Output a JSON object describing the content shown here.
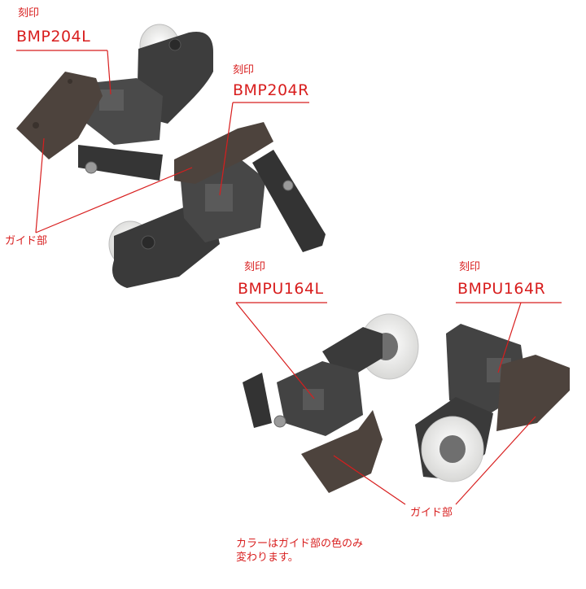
{
  "labels": {
    "top_left": {
      "mark": "刻印",
      "code": "BMP204L"
    },
    "top_right": {
      "mark": "刻印",
      "code": "BMP204R"
    },
    "top_guide": "ガイド部",
    "bottom_left": {
      "mark": "刻印",
      "code": "BMPU164L"
    },
    "bottom_right": {
      "mark": "刻印",
      "code": "BMPU164R"
    },
    "bottom_guide": "ガイド部"
  },
  "note": {
    "line1": "カラーはガイド部の色のみ",
    "line2": "変わります。"
  },
  "colors": {
    "label_red": "#d81e1e",
    "body_dark": "#3a3a3a",
    "body_mid": "#4a4a4a",
    "body_light": "#5c5c5c",
    "guide_brown": "#4d433d",
    "wheel_white": "#f1f1ef",
    "axle_gray": "#6f6f6f"
  }
}
